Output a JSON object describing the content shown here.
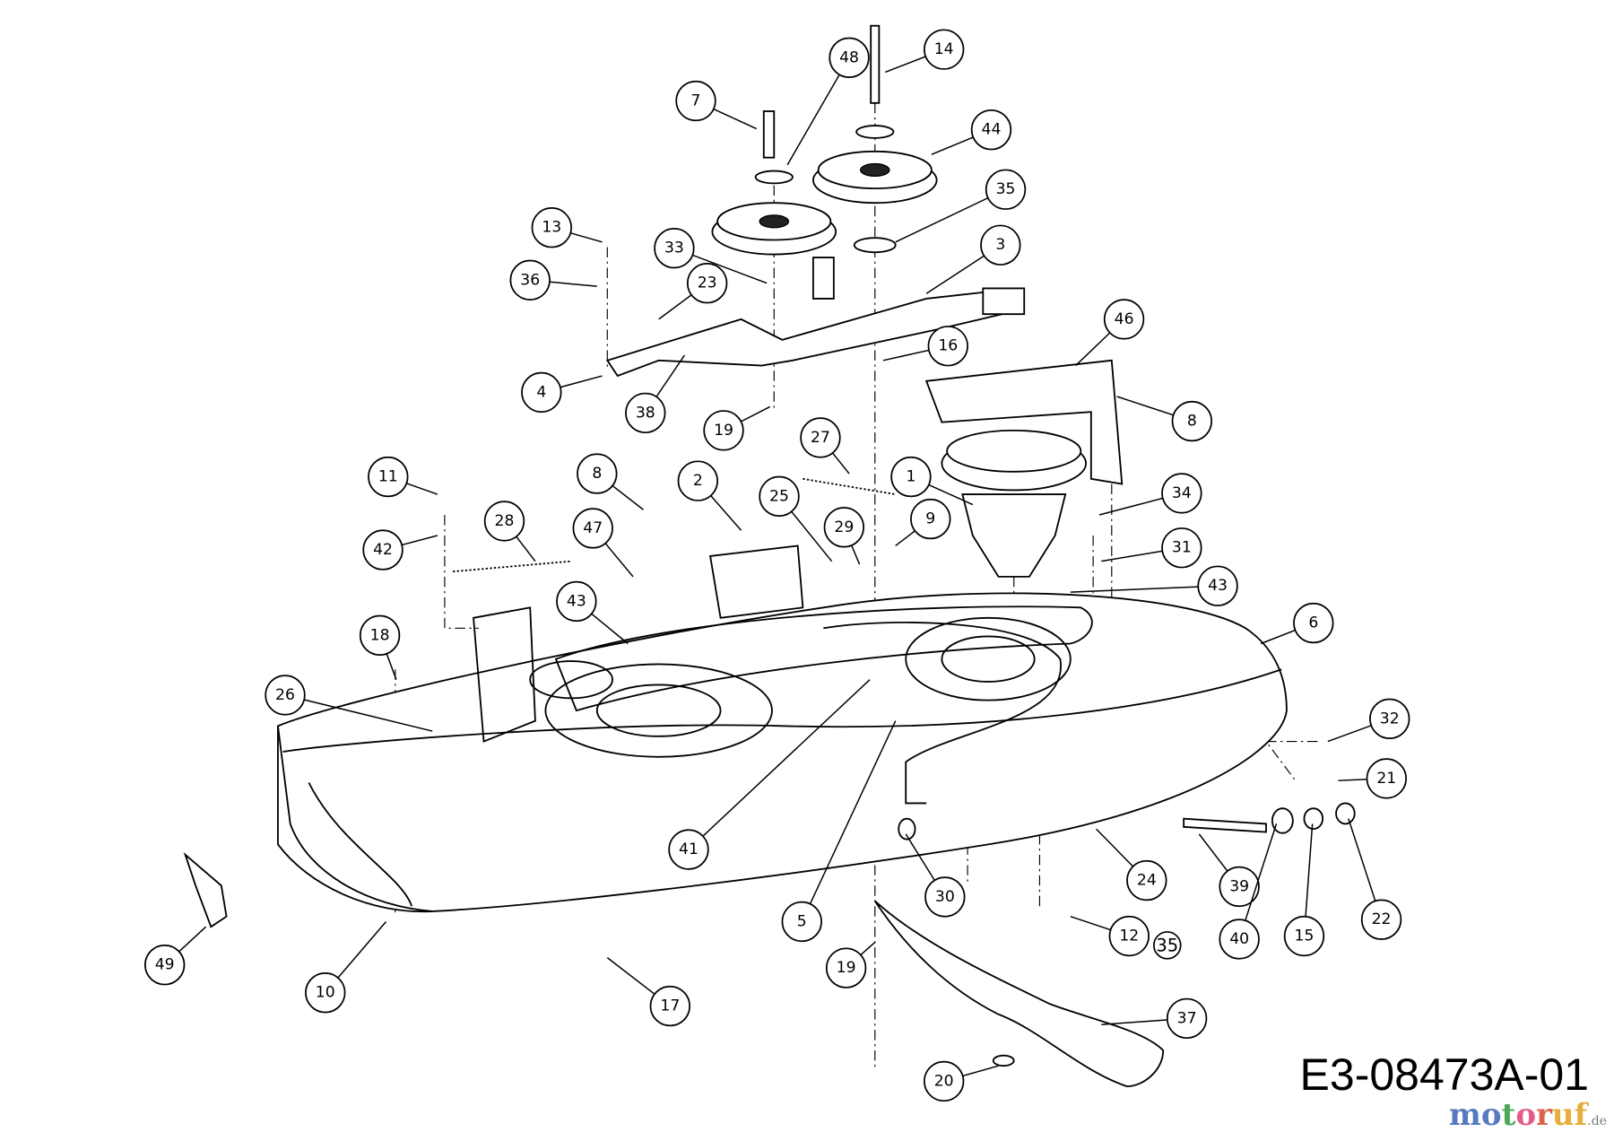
{
  "diagram_code": "E3-08473A-01",
  "watermark": {
    "letters": [
      "m",
      "o",
      "t",
      "o",
      "r",
      "u",
      "f"
    ],
    "colors": [
      "#3a62b5",
      "#3a62b5",
      "#2d9a3a",
      "#e0407a",
      "#d24b2a",
      "#e3a01b",
      "#e3a01b"
    ],
    "tld": ".de"
  },
  "callouts": [
    "14",
    "48",
    "7",
    "44",
    "35",
    "13",
    "3",
    "33",
    "36",
    "23",
    "46",
    "16",
    "4",
    "38",
    "19",
    "8",
    "27",
    "11",
    "2",
    "1",
    "8",
    "34",
    "25",
    "9",
    "28",
    "29",
    "47",
    "42",
    "31",
    "43",
    "43",
    "6",
    "18",
    "26",
    "32",
    "21",
    "41",
    "24",
    "39",
    "30",
    "5",
    "22",
    "40",
    "15",
    "12",
    "35",
    "49",
    "19",
    "10",
    "17",
    "37",
    "20"
  ]
}
